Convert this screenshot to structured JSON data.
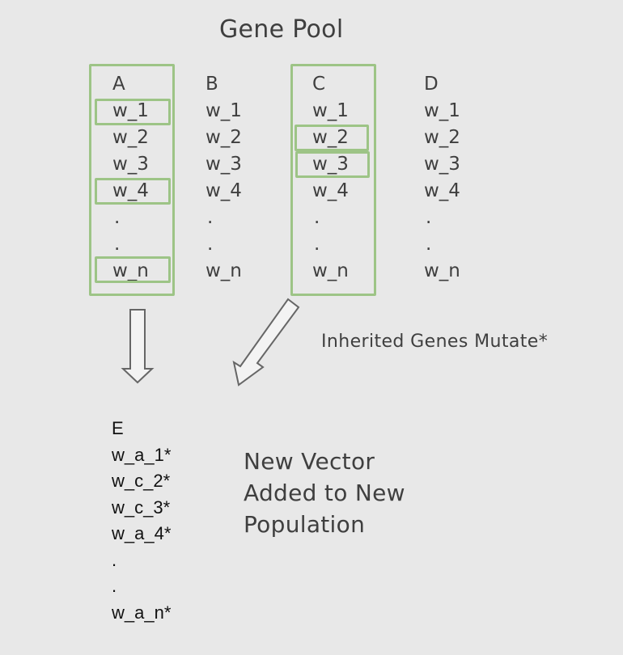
{
  "title": "Gene Pool",
  "parents": [
    {
      "label": "A",
      "genes": [
        "w_1",
        "w_2",
        "w_3",
        "w_4",
        ".",
        ".",
        "w_n"
      ],
      "selected": true,
      "highlighted_genes": [
        "w_1",
        "w_4",
        "w_n"
      ]
    },
    {
      "label": "B",
      "genes": [
        "w_1",
        "w_2",
        "w_3",
        "w_4",
        ".",
        ".",
        "w_n"
      ],
      "selected": false,
      "highlighted_genes": []
    },
    {
      "label": "C",
      "genes": [
        "w_1",
        "w_2",
        "w_3",
        "w_4",
        ".",
        ".",
        "w_n"
      ],
      "selected": true,
      "highlighted_genes": [
        "w_2",
        "w_3"
      ]
    },
    {
      "label": "D",
      "genes": [
        "w_1",
        "w_2",
        "w_3",
        "w_4",
        ".",
        ".",
        "w_n"
      ],
      "selected": false,
      "highlighted_genes": []
    }
  ],
  "annotation": "Inherited Genes Mutate*",
  "child": {
    "label": "E",
    "genes": [
      "w_a_1*",
      "w_c_2*",
      "w_c_3*",
      "w_a_4*",
      ".",
      ".",
      "w_a_n*"
    ]
  },
  "result_label": [
    "New Vector",
    "Added to New",
    "Population"
  ],
  "colors": {
    "background": "#e8e8e8",
    "highlight": "#9dc486",
    "arrow_fill": "#f3f3f3",
    "arrow_stroke": "#666666",
    "text": "#3f3f3f"
  },
  "icons": {
    "arrow_from_a": "down-arrow",
    "arrow_from_c": "down-left-arrow"
  }
}
